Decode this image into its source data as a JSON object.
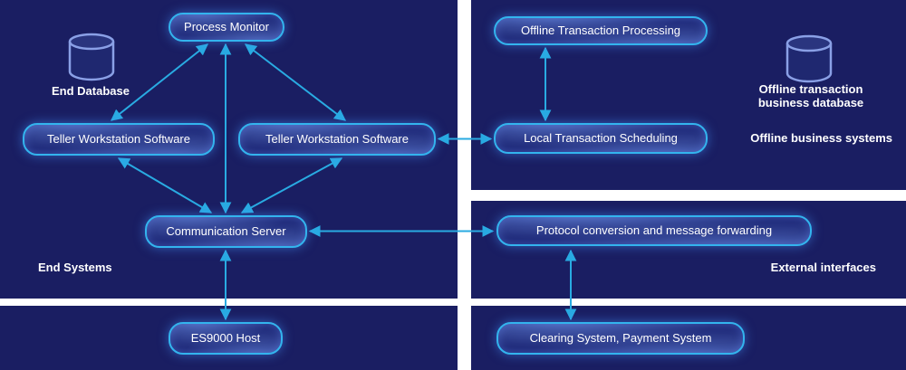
{
  "diagram": {
    "panels": {
      "end_systems": {
        "label": "End Systems"
      },
      "offline_business": {
        "label": "Offline business systems"
      },
      "external_interfaces": {
        "label": "External interfaces"
      }
    },
    "nodes": {
      "process_monitor": {
        "label": "Process Monitor"
      },
      "teller_left": {
        "label": "Teller Workstation Software"
      },
      "teller_right": {
        "label": "Teller Workstation Software"
      },
      "communication_server": {
        "label": "Communication Server"
      },
      "es9000_host": {
        "label": "ES9000 Host"
      },
      "offline_transaction_processing": {
        "label": "Offline Transaction Processing"
      },
      "local_transaction_scheduling": {
        "label": "Local Transaction Scheduling"
      },
      "protocol_conversion": {
        "label": "Protocol conversion and message forwarding"
      },
      "clearing_system": {
        "label": "Clearing System, Payment System"
      }
    },
    "labels": {
      "end_database": "End Database",
      "offline_database": "Offline transaction business database"
    },
    "icons": {
      "left_database": "database-cylinder-icon",
      "right_database": "database-cylinder-icon"
    },
    "edges": [
      {
        "from": "process_monitor",
        "to": "teller_left",
        "direction": "both"
      },
      {
        "from": "process_monitor",
        "to": "teller_right",
        "direction": "both"
      },
      {
        "from": "process_monitor",
        "to": "communication_server",
        "direction": "both"
      },
      {
        "from": "teller_left",
        "to": "communication_server",
        "direction": "both"
      },
      {
        "from": "teller_right",
        "to": "communication_server",
        "direction": "both"
      },
      {
        "from": "communication_server",
        "to": "es9000_host",
        "direction": "both"
      },
      {
        "from": "communication_server",
        "to": "protocol_conversion",
        "direction": "both"
      },
      {
        "from": "teller_right",
        "to": "local_transaction_scheduling",
        "direction": "both"
      },
      {
        "from": "offline_transaction_processing",
        "to": "local_transaction_scheduling",
        "direction": "both"
      },
      {
        "from": "protocol_conversion",
        "to": "clearing_system",
        "direction": "both"
      }
    ],
    "colors": {
      "panel_background": "#1a1e62",
      "divider": "#ffffff",
      "node_border": "#33b4ee",
      "arrow": "#29abe2",
      "text": "#ffffff",
      "database_outline": "#8aa0e6"
    }
  }
}
